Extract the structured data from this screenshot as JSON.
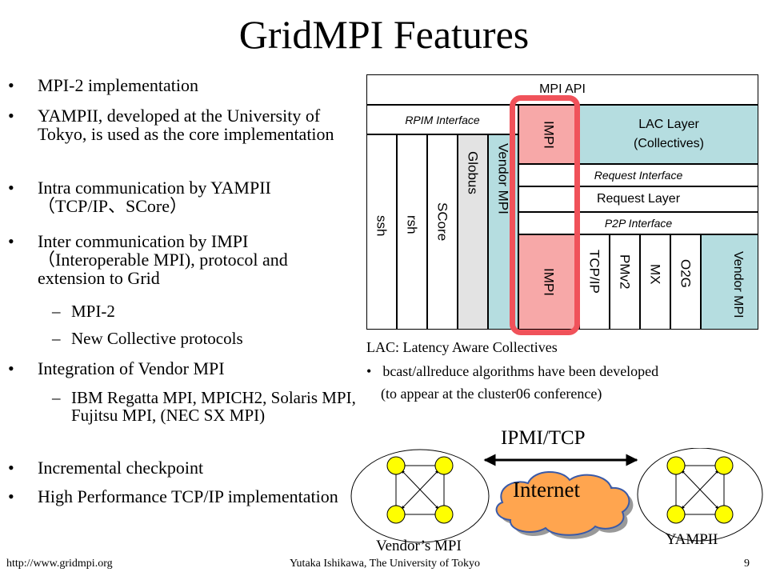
{
  "title": "GridMPI Features",
  "bullets": [
    {
      "text": "MPI-2 implementation"
    },
    {
      "text": "YAMPII, developed at the University of Tokyo, is used as the core implementation"
    },
    {
      "text": "Intra communication by YAMPII （TCP/IP、SCore）"
    },
    {
      "text": " Inter communication by IMPI （Interoperable MPI), protocol and extension to Grid"
    },
    {
      "text": "Integration of Vendor MPI"
    },
    {
      "text": "Incremental checkpoint"
    },
    {
      "text": "High Performance TCP/IP implementation"
    }
  ],
  "sub_bullets": [
    {
      "text": "MPI-2"
    },
    {
      "text": "New Collective protocols"
    },
    {
      "text": "IBM Regatta MPI, MPICH2, Solaris MPI, Fujitsu MPI, (NEC SX MPI)"
    }
  ],
  "diagram": {
    "mpi_api": "MPI API",
    "rpim_interface": "RPIM   Interface",
    "rpim_modules": [
      "ssh",
      "rsh",
      "SCore",
      "Globus",
      "Vendor MPI"
    ],
    "impi_top": "IMPI",
    "lac_layer_line1": "LAC Layer",
    "lac_layer_line2": "(Collectives)",
    "request_interface": "Request Interface",
    "request_layer": "Request Layer",
    "p2p_interface": "P2P Interface",
    "p2p_modules": [
      "IMPI",
      "TCP/IP",
      "PMv2",
      "MX",
      "O2G",
      "Vendor MPI"
    ],
    "highlight_color": "#f0525a"
  },
  "lac_note": {
    "heading": "LAC: Latency Aware Collectives",
    "bullet": "bcast/allreduce algorithms have been developed",
    "paren": "(to appear at the cluster06 conference)"
  },
  "network": {
    "protocol_label": "IPMI/TCP",
    "cloud_label": "Internet",
    "left_cluster_label": "Vendor’s MPI",
    "right_cluster_label": "YAMPII",
    "node_color": "#ffff00",
    "cloud_color": "#ffa54f"
  },
  "footer": {
    "url": "http://www.gridmpi.org",
    "author": "Yutaka Ishikawa, The University of Tokyo",
    "page": "9"
  }
}
